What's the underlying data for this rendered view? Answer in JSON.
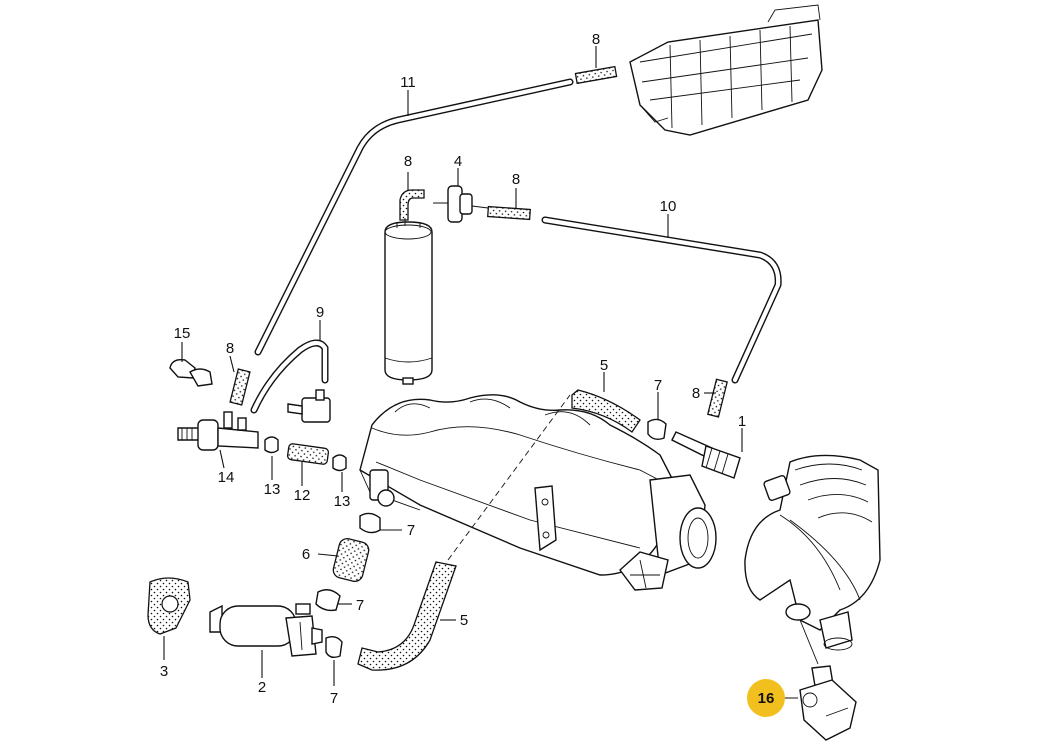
{
  "callouts": [
    {
      "id": "c11",
      "label": "11"
    },
    {
      "id": "c8a",
      "label": "8"
    },
    {
      "id": "c8b",
      "label": "8"
    },
    {
      "id": "c4",
      "label": "4"
    },
    {
      "id": "c8c",
      "label": "8"
    },
    {
      "id": "c10",
      "label": "10"
    },
    {
      "id": "c15",
      "label": "15"
    },
    {
      "id": "c8d",
      "label": "8"
    },
    {
      "id": "c9",
      "label": "9"
    },
    {
      "id": "c5a",
      "label": "5"
    },
    {
      "id": "c7a",
      "label": "7"
    },
    {
      "id": "c8e",
      "label": "8"
    },
    {
      "id": "c1",
      "label": "1"
    },
    {
      "id": "c14",
      "label": "14"
    },
    {
      "id": "c13a",
      "label": "13"
    },
    {
      "id": "c12",
      "label": "12"
    },
    {
      "id": "c13b",
      "label": "13"
    },
    {
      "id": "c7b",
      "label": "7"
    },
    {
      "id": "c6",
      "label": "6"
    },
    {
      "id": "c7c",
      "label": "7"
    },
    {
      "id": "c5b",
      "label": "5"
    },
    {
      "id": "c3",
      "label": "3"
    },
    {
      "id": "c2",
      "label": "2"
    },
    {
      "id": "c7d",
      "label": "7"
    },
    {
      "id": "c16",
      "label": "16"
    }
  ],
  "highlight": {
    "label": "16",
    "color": "#f2c01e"
  }
}
